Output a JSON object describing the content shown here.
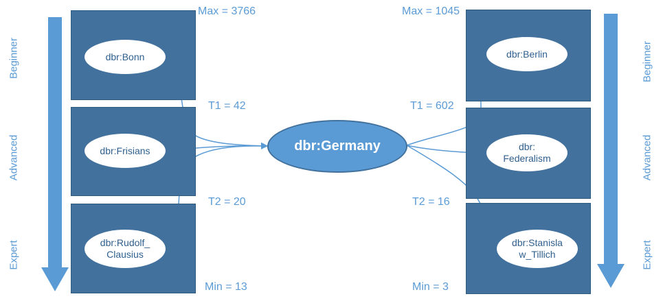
{
  "colors": {
    "box": "#41719c",
    "arrow": "#5b9bd5",
    "label": "#5b9bd5",
    "center": "#5b9bd5"
  },
  "center": "dbr:Germany",
  "left": {
    "levels": [
      "Beginner",
      "Advanced",
      "Expert"
    ],
    "nodes": [
      "dbr:Bonn",
      "dbr:Frisians",
      "dbr:Rudolf_\nClausius"
    ],
    "max": "Max = 3766",
    "t1": "T1 = 42",
    "t2": "T2 = 20",
    "min": "Min = 13"
  },
  "right": {
    "levels": [
      "Beginner",
      "Advanced",
      "Expert"
    ],
    "nodes": [
      "dbr:Berlin",
      "dbr:\nFederalism",
      "dbr:Stanisla\nw_Tillich"
    ],
    "max": "Max = 1045",
    "t1": "T1 = 602",
    "t2": "T2 = 16",
    "min": "Min = 3"
  }
}
